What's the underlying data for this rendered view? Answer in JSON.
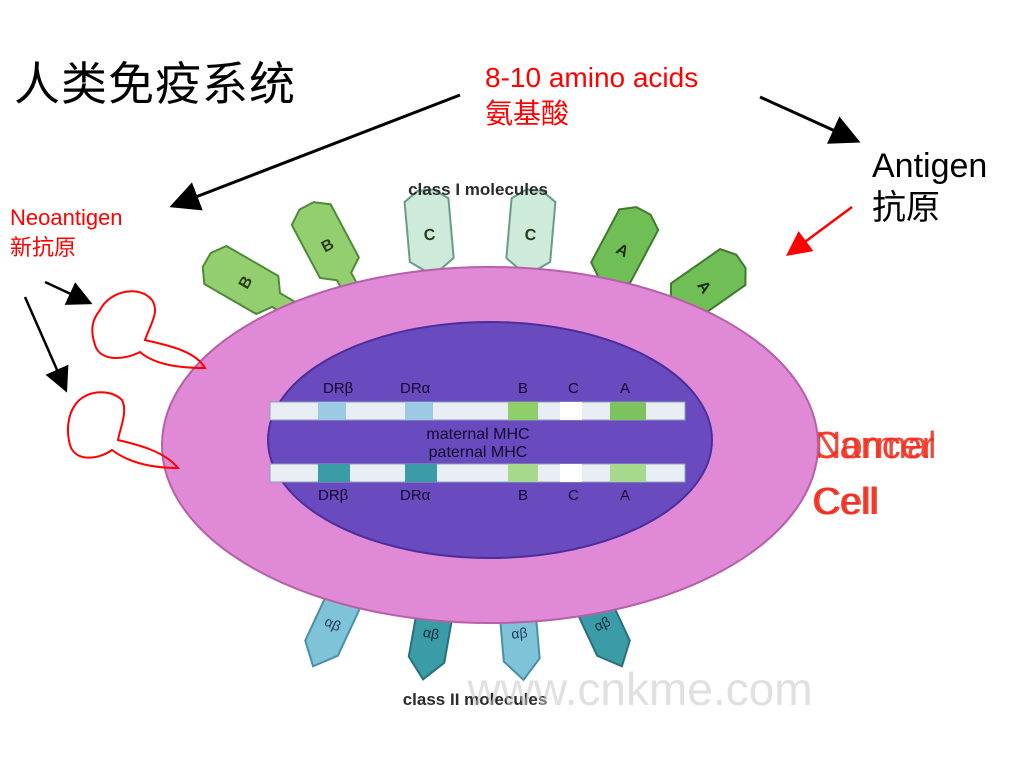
{
  "slide": {
    "title": "人类免疫系统",
    "amino_line1": "8-10 amino acids",
    "amino_line2": "氨基酸",
    "antigen_line1": "Antigen",
    "antigen_line2": "抗原",
    "neoantigen_line1": "Neoantigen",
    "neoantigen_line2": "新抗原",
    "cell_label_a_line1": "Cancer",
    "cell_label_a_line2": "Cell",
    "cell_label_b_line1": "Normal",
    "cell_label_b_line2": "Cell"
  },
  "figure": {
    "top_caption": "class I molecules",
    "bottom_caption": "class II molecules",
    "maternal_label": "maternal MHC",
    "paternal_label": "paternal MHC",
    "gene_labels_top": [
      "DRβ",
      "DRα",
      "B",
      "C",
      "A"
    ],
    "gene_labels_bottom": [
      "DRβ",
      "DRα",
      "B",
      "C",
      "A"
    ],
    "class1_labels": [
      "B",
      "B",
      "C",
      "C",
      "A",
      "A"
    ],
    "class2_labels": [
      "αβ",
      "αβ",
      "αβ",
      "αβ"
    ],
    "watermark": "www.cnkme.com"
  },
  "colors": {
    "accent_red": "#ff0000",
    "membrane": "#e089d6",
    "nucleus": "#6a4bbf",
    "class1_green": "#7cc35f",
    "class2_blue": "#7fc3d8"
  }
}
